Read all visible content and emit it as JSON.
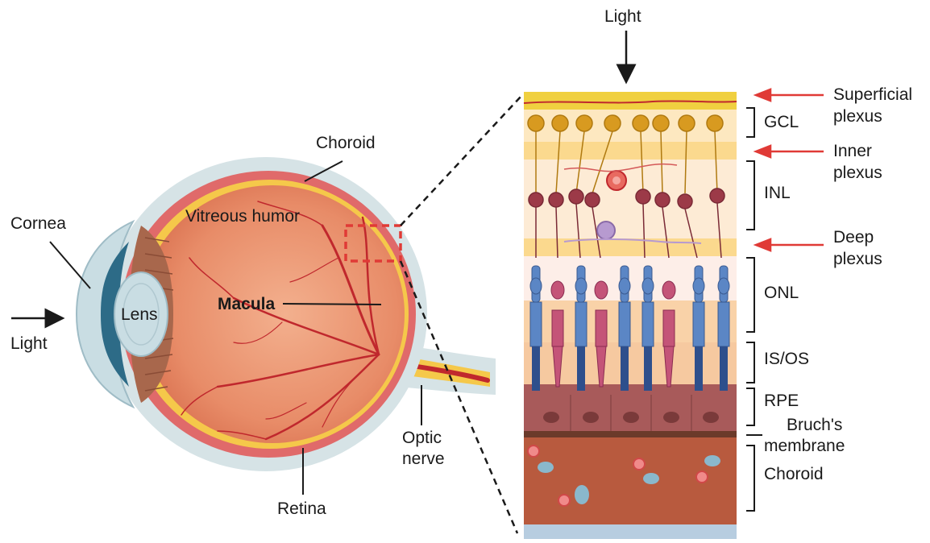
{
  "eye_labels": {
    "light_left": "Light",
    "cornea": "Cornea",
    "lens": "Lens",
    "vitreous": "Vitreous humor",
    "choroid": "Choroid",
    "macula": "Macula",
    "retina": "Retina",
    "optic_line1": "Optic",
    "optic_line2": "nerve"
  },
  "retina_labels": {
    "light_top": "Light",
    "superficial_line1": "Superficial",
    "superficial_line2": "plexus",
    "inner_line1": "Inner",
    "inner_line2": "plexus",
    "deep_line1": "Deep",
    "deep_line2": "plexus",
    "gcl": "GCL",
    "inl": "INL",
    "onl": "ONL",
    "isos": "IS/OS",
    "rpe": "RPE",
    "bruch_line1": "Bruch's",
    "bruch_line2": "membrane",
    "choroid": "Choroid"
  },
  "colors": {
    "arrow_red": "#e03a36",
    "vessel": "#c0282d",
    "sclera": "#d6e3e6",
    "eyeball": "#e8866a",
    "rod": "#5b86c5",
    "cone": "#c45478",
    "rpe": "#a85a5a",
    "choroid_layer": "#b85a3e"
  }
}
